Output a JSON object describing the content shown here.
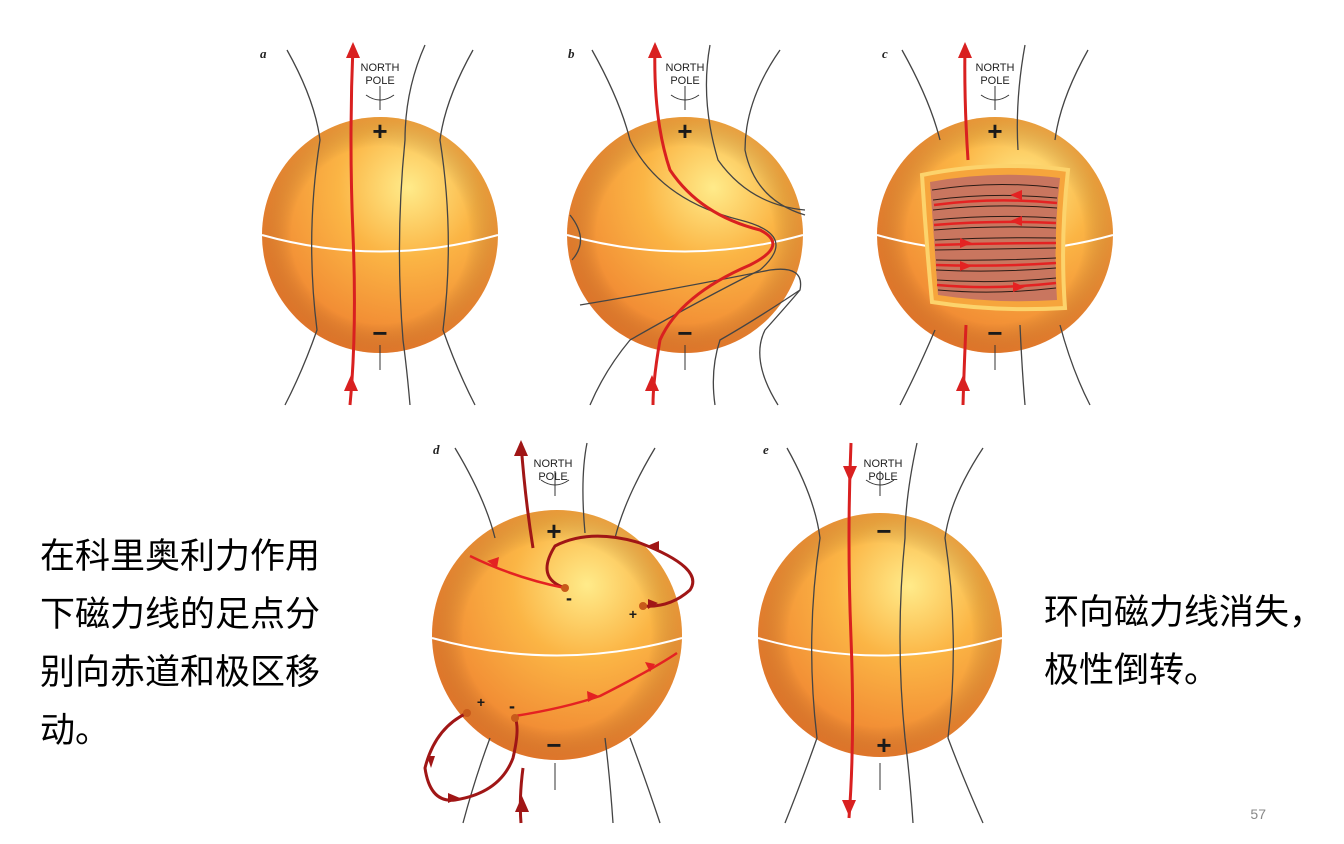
{
  "panels": [
    {
      "id": "a",
      "label": "a",
      "pole_line1": "NORTH",
      "pole_line2": "POLE",
      "top_sign": "+",
      "bottom_sign": "−"
    },
    {
      "id": "b",
      "label": "b",
      "pole_line1": "NORTH",
      "pole_line2": "POLE",
      "top_sign": "+",
      "bottom_sign": "−"
    },
    {
      "id": "c",
      "label": "c",
      "pole_line1": "NORTH",
      "pole_line2": "POLE",
      "top_sign": "+",
      "bottom_sign": "−"
    },
    {
      "id": "d",
      "label": "d",
      "pole_line1": "NORTH",
      "pole_line2": "POLE",
      "top_sign": "+",
      "bottom_sign": "−",
      "spot_labels": [
        "-",
        "+",
        "+",
        "-"
      ]
    },
    {
      "id": "e",
      "label": "e",
      "pole_line1": "NORTH",
      "pole_line2": "POLE",
      "top_sign": "−",
      "bottom_sign": "+"
    }
  ],
  "captions": {
    "left": "在科里奥利力作用\n下磁力线的足点分\n别向赤道和极区移\n动。",
    "right": "环向磁力线消失，\n极性倒转。"
  },
  "page_number": "57",
  "colors": {
    "sphere_light": "#ffe27a",
    "sphere_mid": "#f9a23c",
    "sphere_dark": "#e9742a",
    "field_line_red": "#d92020",
    "field_line_darkred": "#a01616",
    "field_line_gray": "#444444"
  }
}
